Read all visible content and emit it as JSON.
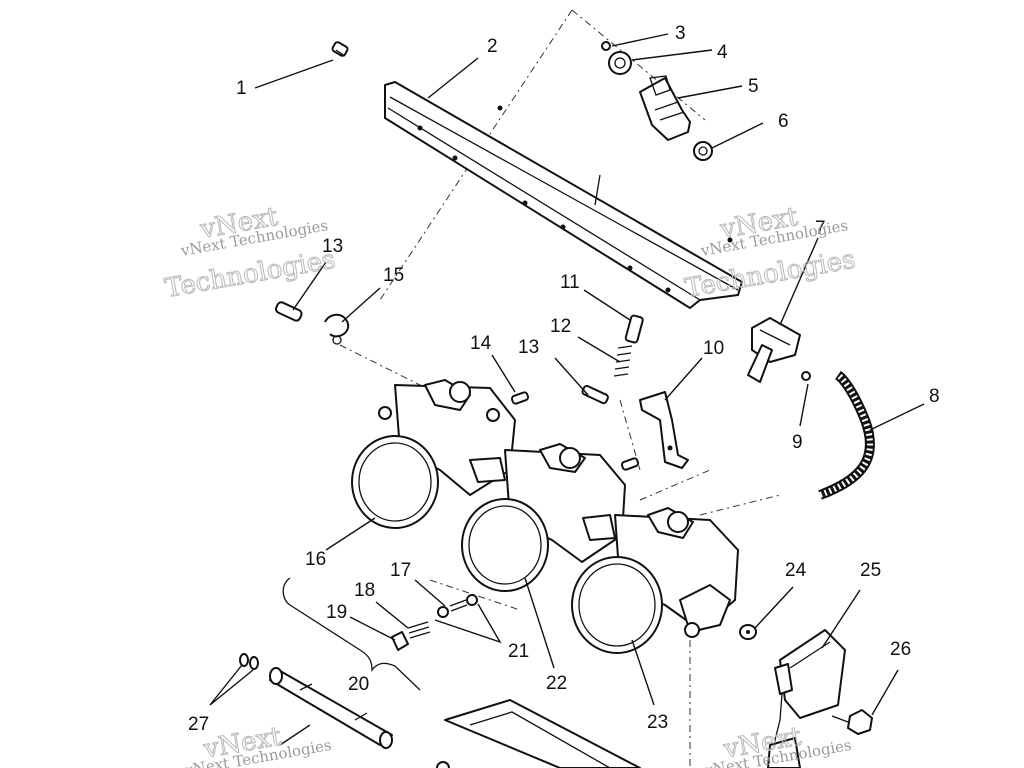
{
  "callouts": [
    {
      "id": "c1",
      "label": "1"
    },
    {
      "id": "c2",
      "label": "2"
    },
    {
      "id": "c3",
      "label": "3"
    },
    {
      "id": "c4",
      "label": "4"
    },
    {
      "id": "c5",
      "label": "5"
    },
    {
      "id": "c6",
      "label": "6"
    },
    {
      "id": "c7",
      "label": "7"
    },
    {
      "id": "c8",
      "label": "8"
    },
    {
      "id": "c9",
      "label": "9"
    },
    {
      "id": "c10",
      "label": "10"
    },
    {
      "id": "c11",
      "label": "11"
    },
    {
      "id": "c12",
      "label": "12"
    },
    {
      "id": "c13a",
      "label": "13"
    },
    {
      "id": "c13b",
      "label": "13"
    },
    {
      "id": "c14",
      "label": "14"
    },
    {
      "id": "c15",
      "label": "15"
    },
    {
      "id": "c16",
      "label": "16"
    },
    {
      "id": "c17",
      "label": "17"
    },
    {
      "id": "c18",
      "label": "18"
    },
    {
      "id": "c19",
      "label": "19"
    },
    {
      "id": "c20",
      "label": "20"
    },
    {
      "id": "c21",
      "label": "21"
    },
    {
      "id": "c22",
      "label": "22"
    },
    {
      "id": "c23",
      "label": "23"
    },
    {
      "id": "c24",
      "label": "24"
    },
    {
      "id": "c25",
      "label": "25"
    },
    {
      "id": "c26",
      "label": "26"
    },
    {
      "id": "c27",
      "label": "27"
    }
  ],
  "watermark": {
    "company": "vNext Technologies",
    "brand_top": "vNext",
    "brand_bottom": "Technologies"
  }
}
